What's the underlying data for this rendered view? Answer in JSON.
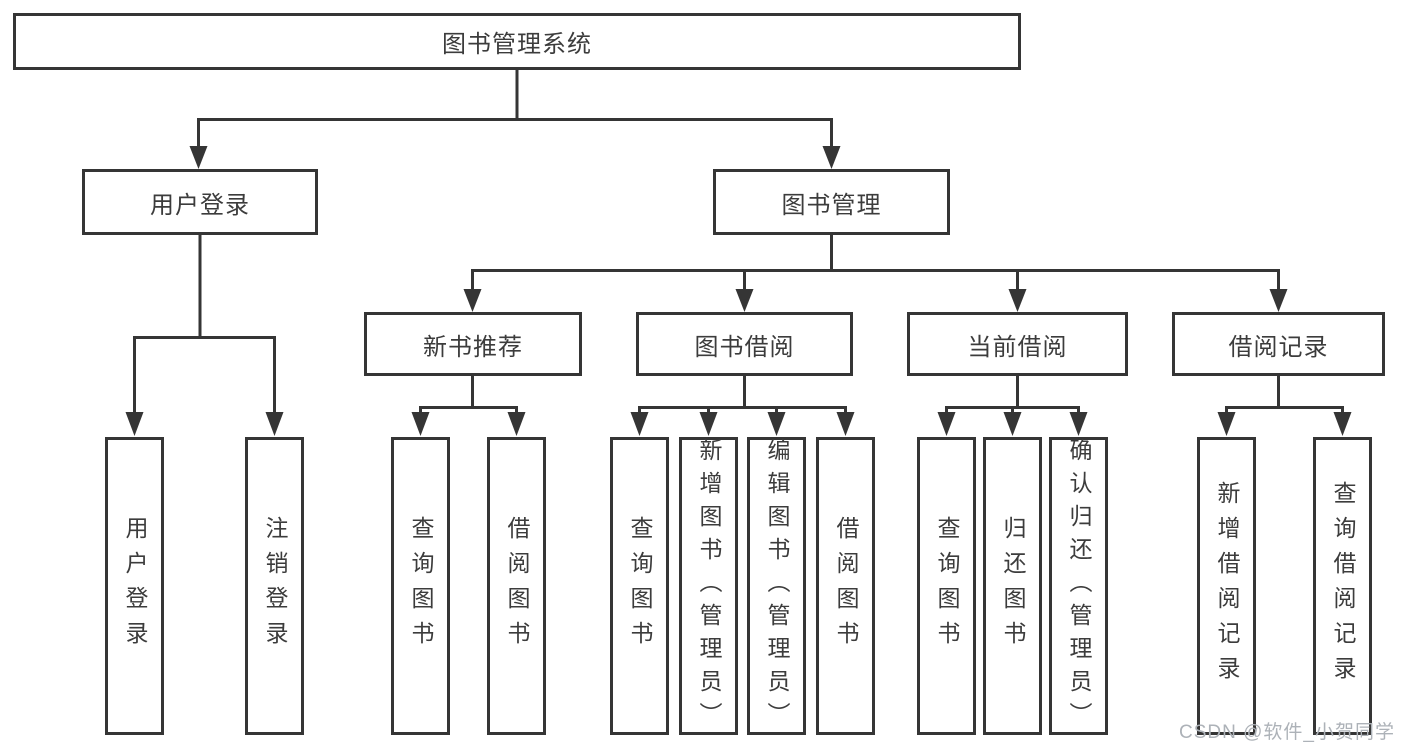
{
  "tree": {
    "root": {
      "label": "图书管理系统"
    },
    "children": [
      {
        "label": "用户登录",
        "children": [
          {
            "label": "用户登录"
          },
          {
            "label": "注销登录"
          }
        ]
      },
      {
        "label": "图书管理",
        "children": [
          {
            "label": "新书推荐",
            "children": [
              {
                "label": "查询图书"
              },
              {
                "label": "借阅图书"
              }
            ]
          },
          {
            "label": "图书借阅",
            "children": [
              {
                "label": "查询图书"
              },
              {
                "label": "新增图书（管理员）"
              },
              {
                "label": "编辑图书（管理员）"
              },
              {
                "label": "借阅图书"
              }
            ]
          },
          {
            "label": "当前借阅",
            "children": [
              {
                "label": "查询图书"
              },
              {
                "label": "归还图书"
              },
              {
                "label": "确认归还（管理员）"
              }
            ]
          },
          {
            "label": "借阅记录",
            "children": [
              {
                "label": "新增借阅记录"
              },
              {
                "label": "查询借阅记录"
              }
            ]
          }
        ]
      }
    ]
  },
  "watermark": {
    "text": "CSDN @软件_小贺同学"
  },
  "colors": {
    "line": "#353535",
    "text": "#3c3c3c",
    "box_fill": "#ffffff",
    "background": "#ffffff",
    "watermark": "#adb2b8"
  }
}
